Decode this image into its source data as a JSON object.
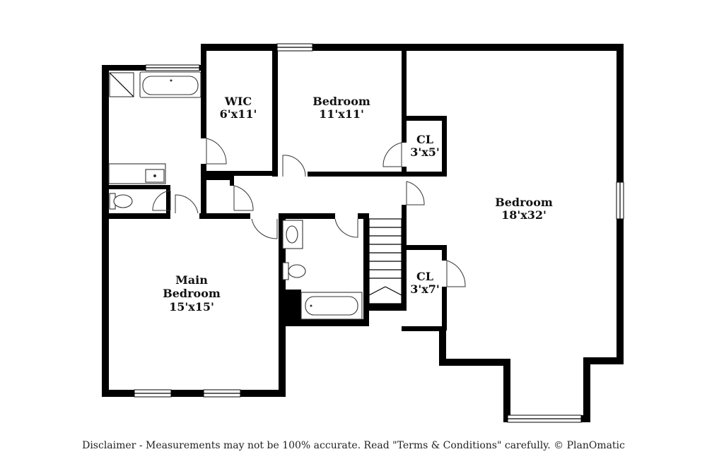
{
  "rooms": {
    "wic": {
      "name": "WIC",
      "size": "6'x11'"
    },
    "bedroom_small": {
      "name": "Bedroom",
      "size": "11'x11'"
    },
    "closet_top": {
      "name": "CL",
      "size": "3'x5'"
    },
    "bedroom_large": {
      "name": "Bedroom",
      "size": "18'x32'"
    },
    "closet_bottom": {
      "name": "CL",
      "size": "3'x7'"
    },
    "main_bedroom": {
      "name_line1": "Main",
      "name_line2": "Bedroom",
      "size": "15'x15'"
    }
  },
  "footer": {
    "disclaimer": "Disclaimer - Measurements may not be 100% accurate. Read \"Terms & Conditions\" carefully. © PlanOmatic"
  }
}
